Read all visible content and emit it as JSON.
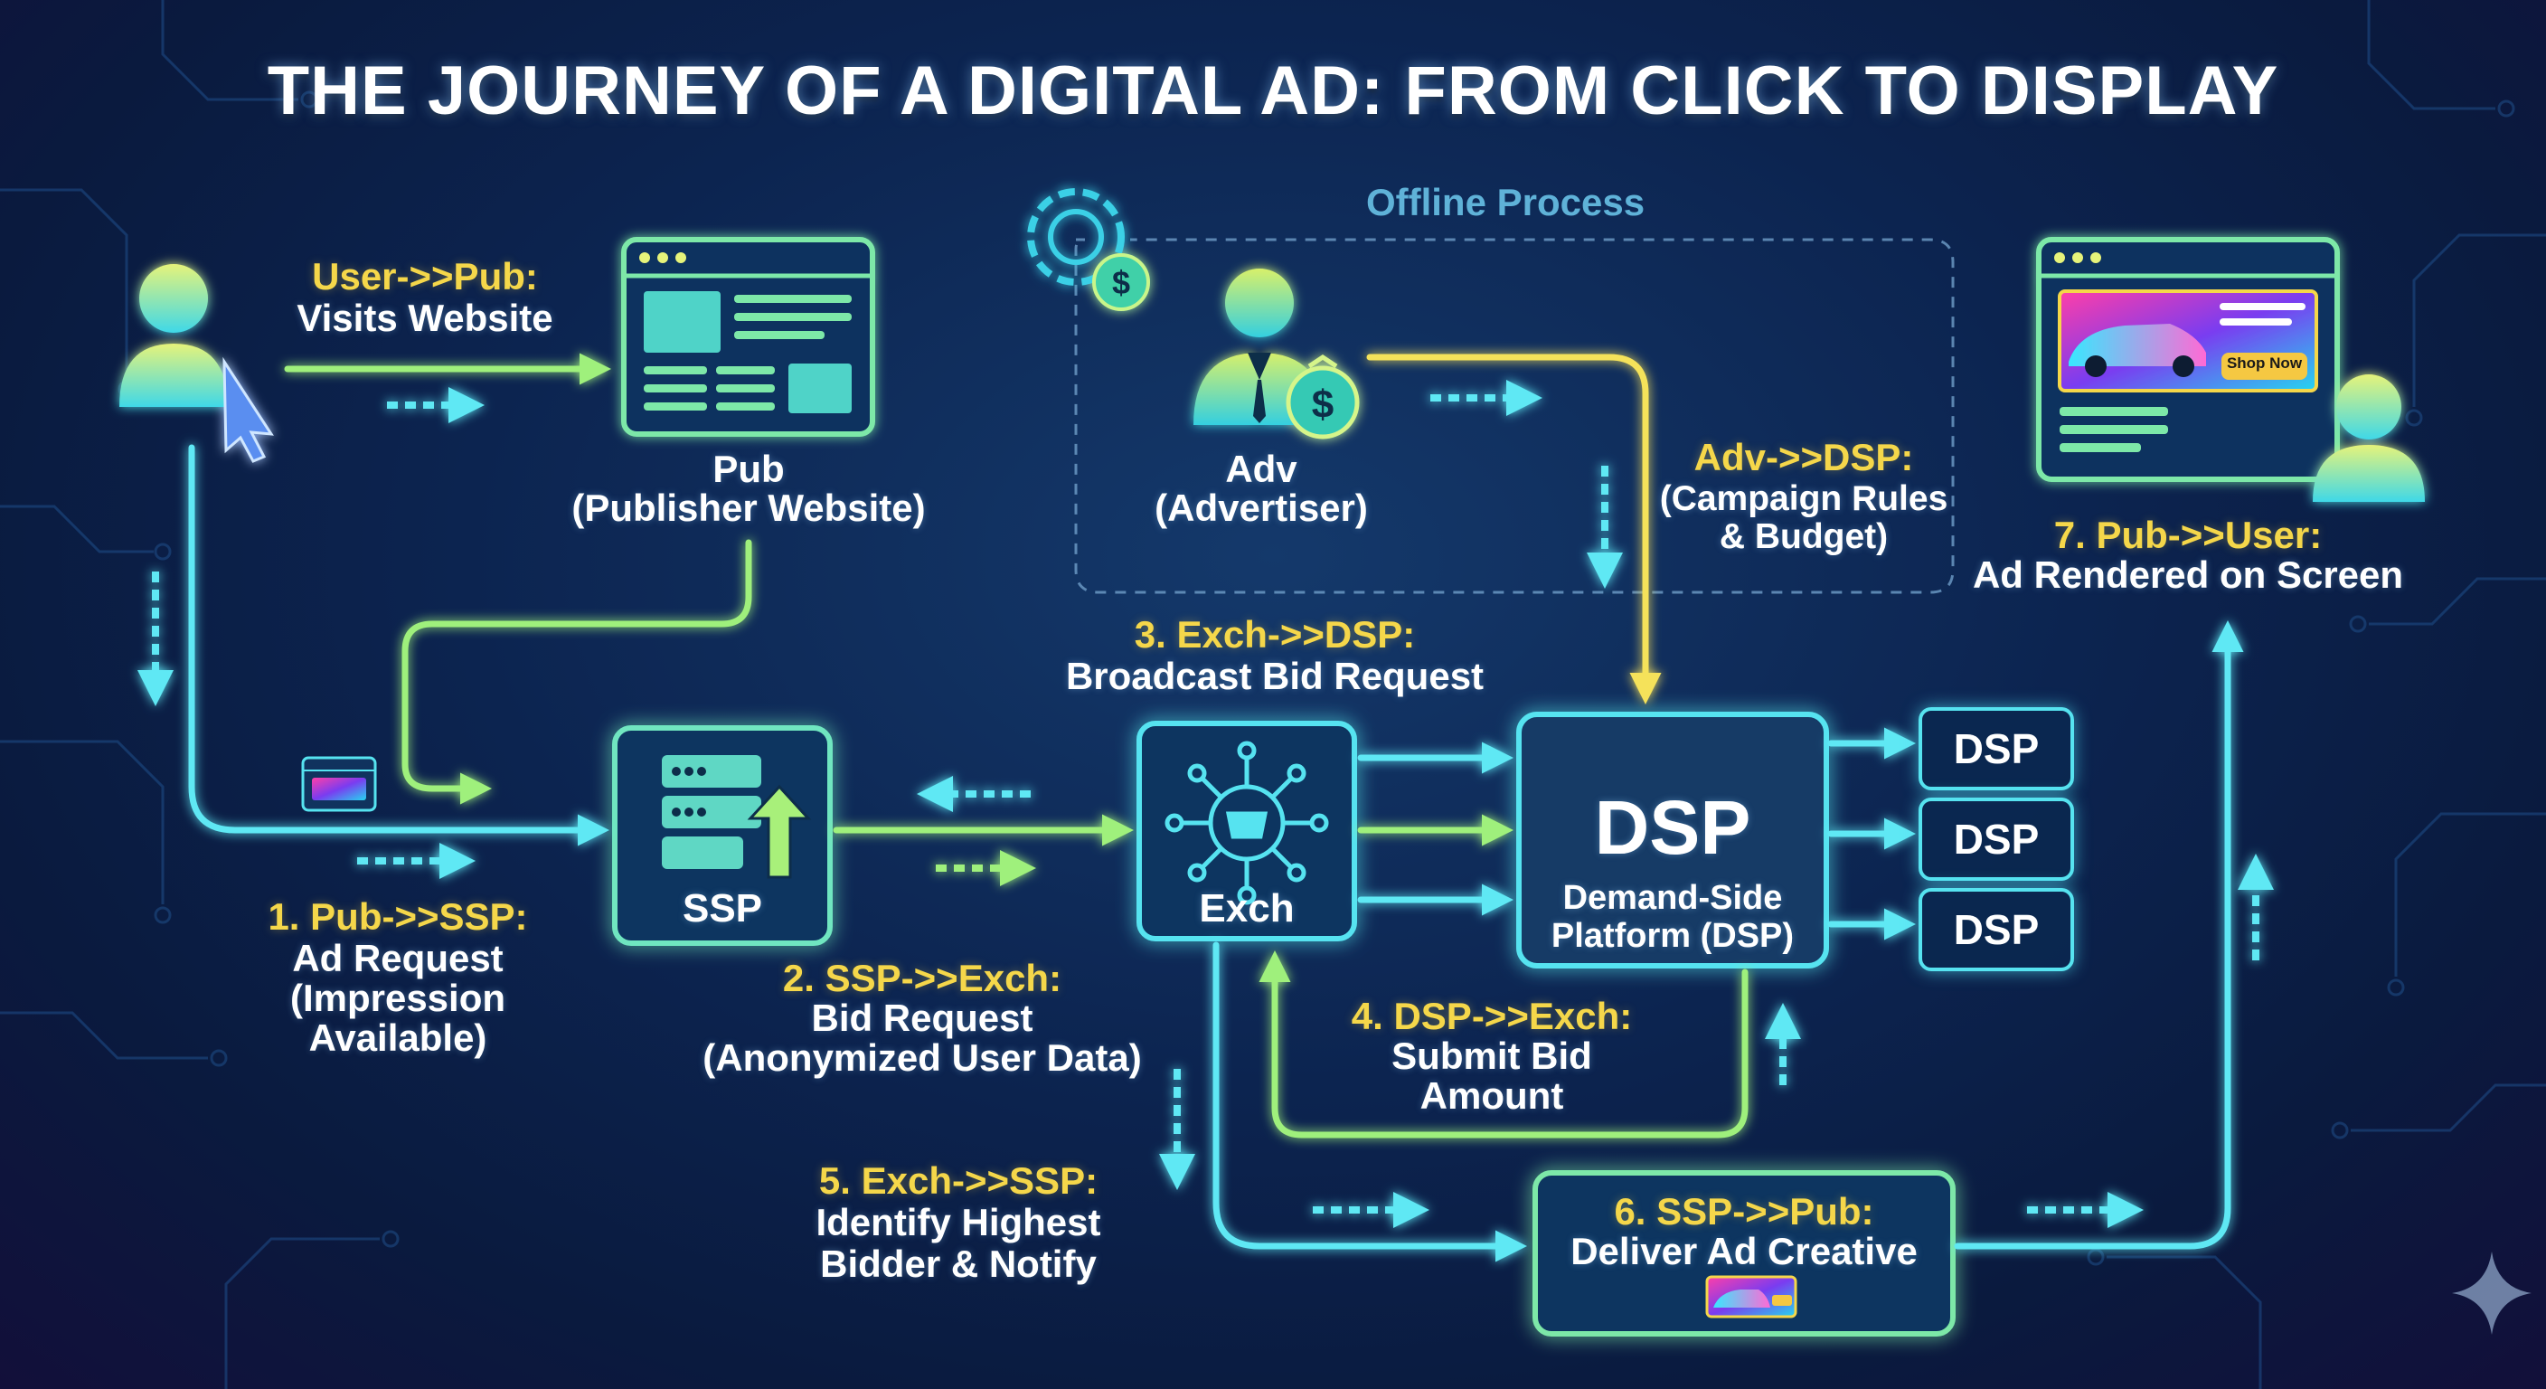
{
  "title": "THE JOURNEY OF A DIGITAL AD: FROM CLICK TO DISPLAY",
  "offline_process": "Offline Process",
  "nodes": {
    "pub_name": "Pub",
    "pub_desc": "(Publisher Website)",
    "adv_name": "Adv",
    "adv_desc": "(Advertiser)",
    "ssp": "SSP",
    "exch": "Exch",
    "dsp_main": "DSP",
    "dsp_desc_1": "Demand-Side",
    "dsp_desc_2": "Platform (DSP)",
    "dsp_targets": [
      "DSP",
      "DSP",
      "DSP"
    ],
    "shop_now": "Shop Now"
  },
  "steps": {
    "user_pub": {
      "head": "User->>Pub:",
      "body": "Visits Website"
    },
    "adv_dsp": {
      "head": "Adv->>DSP:",
      "body_1": "(Campaign Rules",
      "body_2": "& Budget)"
    },
    "s1": {
      "head": "1. Pub->>SSP:",
      "body_1": "Ad Request",
      "body_2": "(Impression",
      "body_3": "Available)"
    },
    "s2": {
      "head": "2. SSP->>Exch:",
      "body_1": "Bid Request",
      "body_2": "(Anonymized User Data)"
    },
    "s3": {
      "head": "3. Exch->>DSP:",
      "body": "Broadcast Bid Request"
    },
    "s4": {
      "head": "4. DSP->>Exch:",
      "body_1": "Submit Bid",
      "body_2": "Amount"
    },
    "s5": {
      "head": "5. Exch->>SSP:",
      "body_1": "Identify Highest",
      "body_2": "Bidder & Notify"
    },
    "s6": {
      "head": "6. SSP->>Pub:",
      "body": "Deliver Ad Creative"
    },
    "s7": {
      "head": "7. Pub->>User:",
      "body": "Ad Rendered on Screen"
    }
  },
  "colors": {
    "accent_green": "#8ef07a",
    "accent_cyan": "#56e3f0",
    "accent_yellow": "#f5e25a",
    "label_yellow": "#f5d74a",
    "background": "#0c2450"
  }
}
